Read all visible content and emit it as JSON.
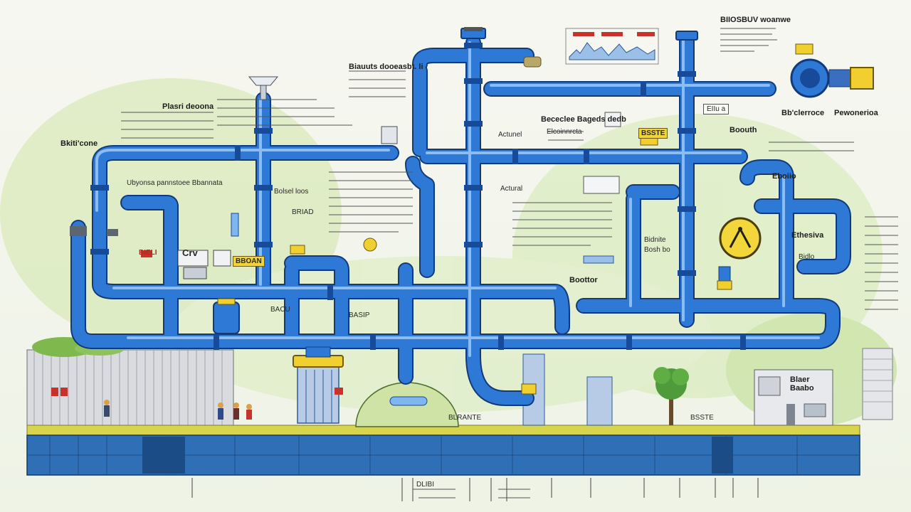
{
  "labels": {
    "top_right_heading": "BIIOSBUV woanwe",
    "left_heading": "Bkiti'cone",
    "left_title": "Plasri deoona",
    "upper_block_title": "Biauuts dooeasbt. li",
    "mid_left_label": "Ubyonsa pannstoee Bbannata",
    "center_label_a": "Bolsel loos",
    "center_label_b": "Actunel",
    "center_label_c": "Actural",
    "mid_right_title": "Bececlee Bageds dedb",
    "mid_right_sub": "Elcoinnrcta",
    "yellow_tag_right": "BSSTE",
    "pipe_tag_right": "EIIu a",
    "right_label_a": "Boouth",
    "right_label_b": "Bb'clerroce",
    "right_label_c": "Pewonerioa",
    "right_label_d": "Eboiio",
    "right_label_e": "Ethesiva",
    "right_label_f": "Bidlo",
    "left_box_label": "Crv",
    "left_red_tag": "BIELI",
    "left_yellow_tag": "BBOAN",
    "mid_small_tag": "BRIAD",
    "center_small_tag": "BACU",
    "center_small_tag_2": "BASIP",
    "mid_right_label": "Bidnite",
    "lower_mid_label": "Boottor",
    "lower_mid_label_2": "Bosh bo",
    "bottom_center_label": "DLIBI",
    "bottom_dome_label": "BLRANTE",
    "house_label": "Blaer\nBaabo",
    "ground_label_right": "BSSTE"
  },
  "colors": {
    "pipe": "#2f79d6",
    "pipe_dark": "#184a9a",
    "pipe_light": "#7fb6f0",
    "foundation": "#2f6fb6",
    "foundation_dark": "#1c4c86",
    "ground_yellow": "#d9d44e",
    "grass": "#a6cf5c",
    "valve_yellow": "#f0cf2f",
    "building_gray": "#d6d8dc",
    "red": "#c8322a"
  },
  "icons": [
    "gauge-icon",
    "valve-icon",
    "pressure-gauge-icon",
    "tree-icon",
    "house-icon",
    "tank-icon",
    "dome-icon",
    "worker-icon"
  ]
}
